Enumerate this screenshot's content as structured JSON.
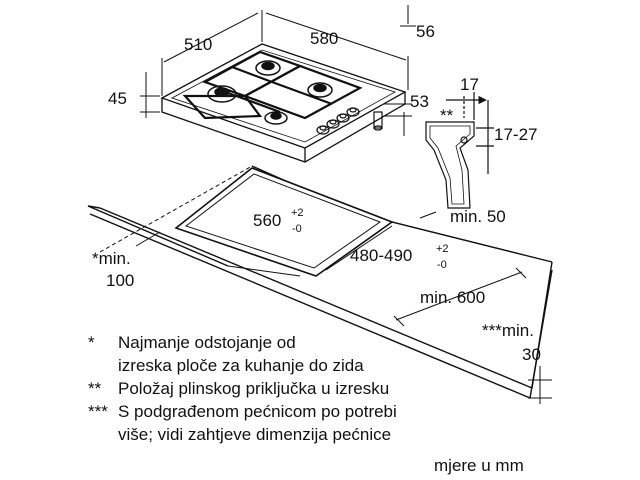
{
  "dimensions": {
    "width_510": "510",
    "depth_580": "580",
    "top_56": "56",
    "side_45": "45",
    "side_53": "53",
    "conn_17": "17",
    "conn_asterisks": "**",
    "conn_17_27": "17-27",
    "cutout_width": "560",
    "cutout_width_tol_plus": "+2",
    "cutout_width_tol_minus": "-0",
    "cutout_depth": "480-490",
    "cutout_depth_tol_plus": "+2",
    "cutout_depth_tol_minus": "-0",
    "min_50": "min. 50",
    "min_100_prefix": "*min.",
    "min_100_value": "100",
    "min_600": "min. 600",
    "min_30_prefix": "***min.",
    "min_30_value": "30"
  },
  "notes": [
    {
      "mark": "*",
      "text": "Najmanje odstojanje od"
    },
    {
      "mark": "",
      "text": "izreska ploče za kuhanje do zida"
    },
    {
      "mark": "**",
      "text": "Položaj plinskog priključka u izresku"
    },
    {
      "mark": "***",
      "text": "S podgrađenom pećnicom po potrebi"
    },
    {
      "mark": "",
      "text": "više; vidi zahtjeve dimenzija pećnice"
    }
  ],
  "units": "mjere u mm"
}
